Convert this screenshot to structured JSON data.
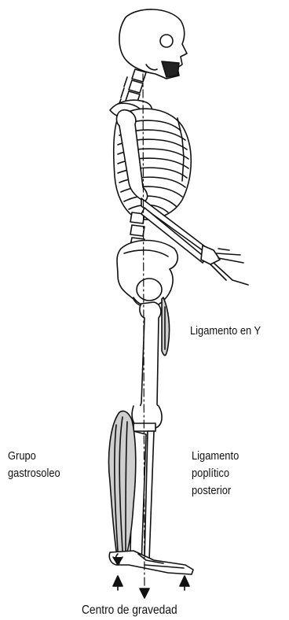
{
  "labels": {
    "ligamento_y": "Ligamento en Y",
    "grupo_gastrosoleo": [
      "Grupo",
      "gastrosoleo"
    ],
    "ligamento_popliteo": [
      "Ligamento",
      "poplítico",
      "posterior"
    ],
    "centro_gravedad": "Centro de gravedad"
  },
  "colors": {
    "line": "#111111",
    "muscle_fill": "#cfcfcf",
    "background": "#ffffff"
  },
  "icons": [
    "arrow-up-icon",
    "arrow-down-icon"
  ]
}
